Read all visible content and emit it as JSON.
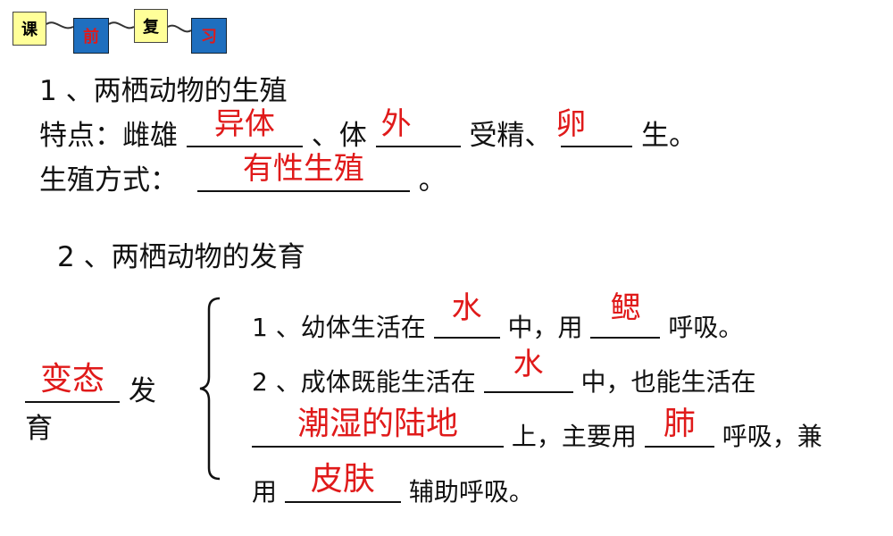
{
  "header_badges": [
    {
      "label": "课",
      "color": "#ffff99"
    },
    {
      "label": "前",
      "color": "#1f6fbf"
    },
    {
      "label": "复",
      "color": "#ffff99"
    },
    {
      "label": "习",
      "color": "#1f6fbf"
    }
  ],
  "section1": {
    "title": "1 、两栖动物的生殖",
    "traits_prefix": "特点：雌雄",
    "answer_sex": "异体",
    "sep1": "、体",
    "answer_fert": "外",
    "mid": "受精、",
    "answer_birth": "卵",
    "end": "生。",
    "method_prefix": "生殖方式：",
    "answer_method": "有性生殖",
    "method_end": "。"
  },
  "section2": {
    "title": "2 、两栖动物的发育",
    "side_answer": "变态",
    "side_suffix": "发",
    "side_line2": "育",
    "item1_prefix": "1 、幼体生活在",
    "item1_answer1": "水",
    "item1_mid": "中，用",
    "item1_answer2": "鳃",
    "item1_end": "呼吸。",
    "item2_prefix": "2 、成体既能生活在",
    "item2_answer1": "水",
    "item2_mid": "中，也能生活在",
    "item2_answer2": "潮湿的陆地",
    "item2_mid2": "上，主要用",
    "item2_answer3": "肺",
    "item2_end": "呼吸，兼",
    "item3_prefix": "用",
    "item3_answer": "皮肤",
    "item3_end": "辅助呼吸。"
  },
  "colors": {
    "answer": "#e01a1a",
    "badge_yellow": "#ffff99",
    "badge_blue": "#1f6fbf"
  }
}
